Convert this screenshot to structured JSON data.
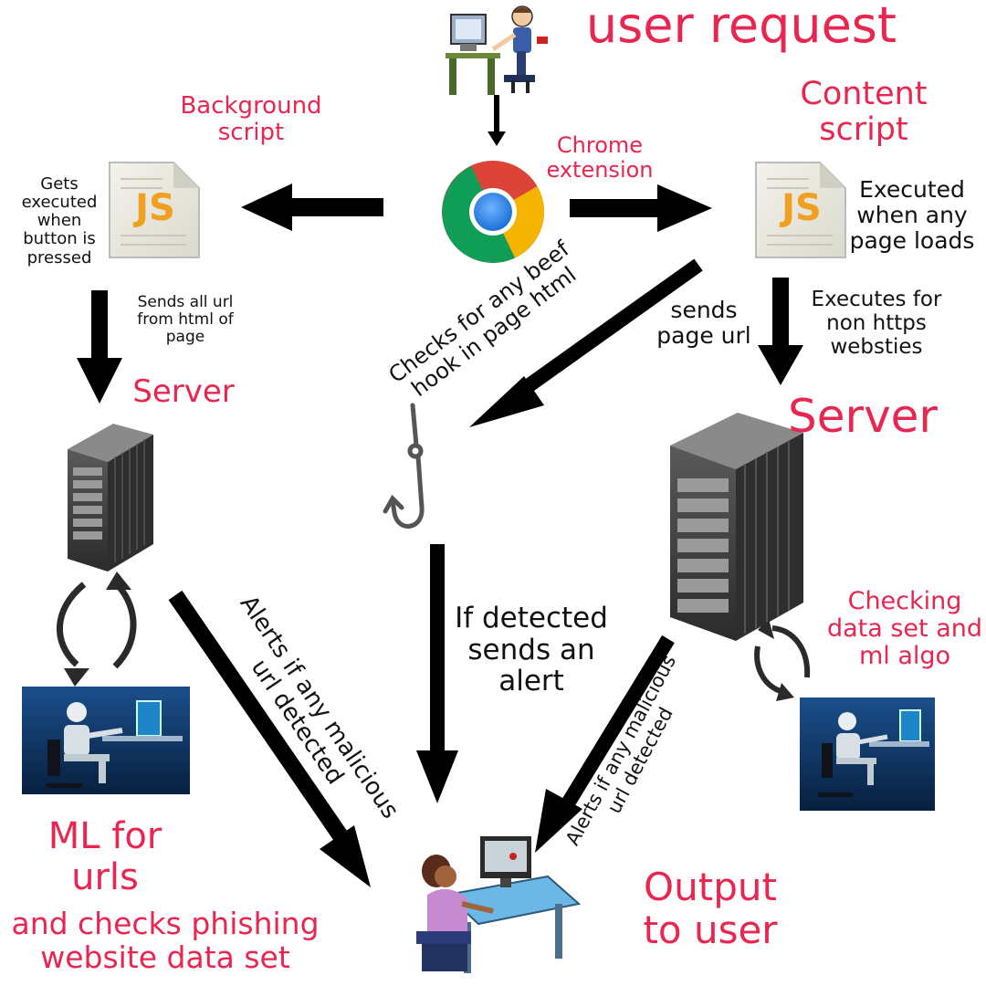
{
  "labels": {
    "user_request": "user request",
    "background_script": "Background\nscript",
    "chrome_extension": "Chrome\nextension",
    "content_script": "Content\nscript",
    "gets_executed": "Gets\nexecuted\nwhen\nbutton is\npressed",
    "executed_any_page": "Executed\nwhen any\npage loads",
    "sends_all_url": "Sends all url\nfrom html of\npage",
    "server_left": "Server",
    "checks_beef": "Checks for any beef\nhook in page html",
    "sends_page_url": "sends\npage url",
    "executes_non_https": "Executes for\nnon https\nwebsties",
    "server_right": "Server",
    "alerts_left": "Alerts if any malicious\nurl detected",
    "if_detected": "If detected\nsends an\nalert",
    "alerts_right": "Alerts if any malicious\nurl detected",
    "checking_dataset": "Checking\ndata set and\nml algo",
    "ml_for_urls": "ML for\nurls",
    "checks_phishing": "and checks phishing\nwebsite data set",
    "output_to_user": "Output\nto user"
  },
  "icons": {
    "js_file": "JS"
  },
  "colors": {
    "accent": "#e8264f",
    "arrow": "#000000",
    "robot_bg": "#0d3568"
  }
}
